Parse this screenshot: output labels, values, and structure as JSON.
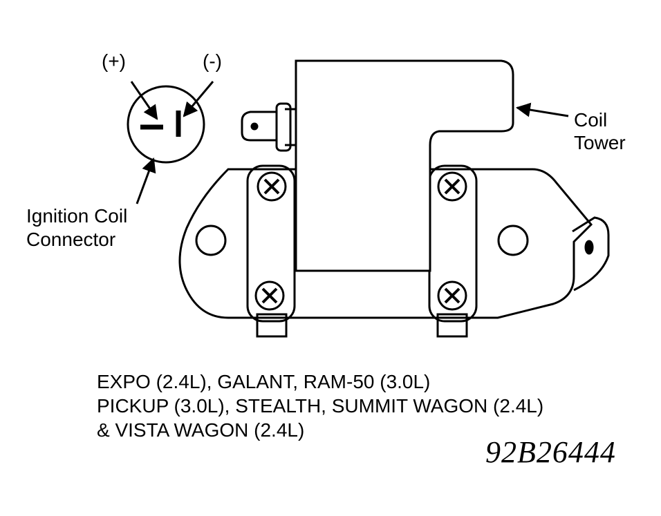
{
  "labels": {
    "plus": "(+)",
    "minus": "(-)",
    "coil_tower_line1": "Coil",
    "coil_tower_line2": "Tower",
    "connector_line1": "Ignition Coil",
    "connector_line2": "Connector"
  },
  "caption": {
    "line1": "EXPO (2.4L), GALANT, RAM-50 (3.0L)",
    "line2": "PICKUP (3.0L), STEALTH, SUMMIT WAGON (2.4L)",
    "line3": "& VISTA WAGON (2.4L)"
  },
  "figure_id": "92B26444",
  "colors": {
    "ink": "#000000",
    "paper": "#ffffff"
  }
}
